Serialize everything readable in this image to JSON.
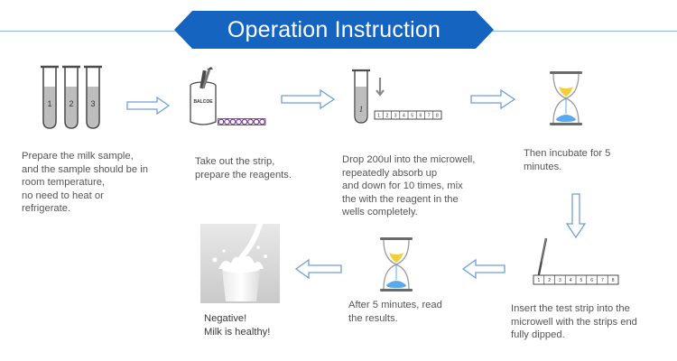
{
  "header": {
    "title": "Operation Instruction"
  },
  "colors": {
    "banner": "#1565c0",
    "arrow_outline": "#6f9fd8",
    "blue_liquid": "#5aa9ee",
    "yellow_sand": "#f3cf33",
    "purple": "#7b2fa0"
  },
  "steps": [
    {
      "text": "Prepare the milk sample,\nand the sample should be in\nroom temperature,\nno need to heat or\nrefrigerate."
    },
    {
      "text": "Take out the strip,\nprepare the reagents."
    },
    {
      "text": "Drop 200ul into the microwell,\nrepeatedly absorb up\nand down for 10 times, mix\nthe with the reagent in the\nwells completely."
    },
    {
      "text": "Then incubate for 5\nminutes."
    },
    {
      "text": "Insert the test strip into the\nmicrowell with the strips end\nfully dipped."
    },
    {
      "text": "After 5 minutes, read\nthe results."
    },
    {
      "text": "Negative!\nMilk is healthy!"
    }
  ],
  "tubes": {
    "labels": [
      "1",
      "2",
      "3"
    ]
  },
  "reagent_bottle": {
    "label": "BALCOE"
  },
  "pipette_tube": {
    "label": "1"
  },
  "microwell_strip": {
    "labels": [
      "1",
      "2",
      "3",
      "4",
      "5",
      "6",
      "7",
      "8"
    ]
  },
  "icons": [
    "sample-tubes-icon",
    "reagent-bottle-icon",
    "pipette-tube-icon",
    "hourglass-icon",
    "test-strip-icon",
    "milk-splash-photo"
  ]
}
